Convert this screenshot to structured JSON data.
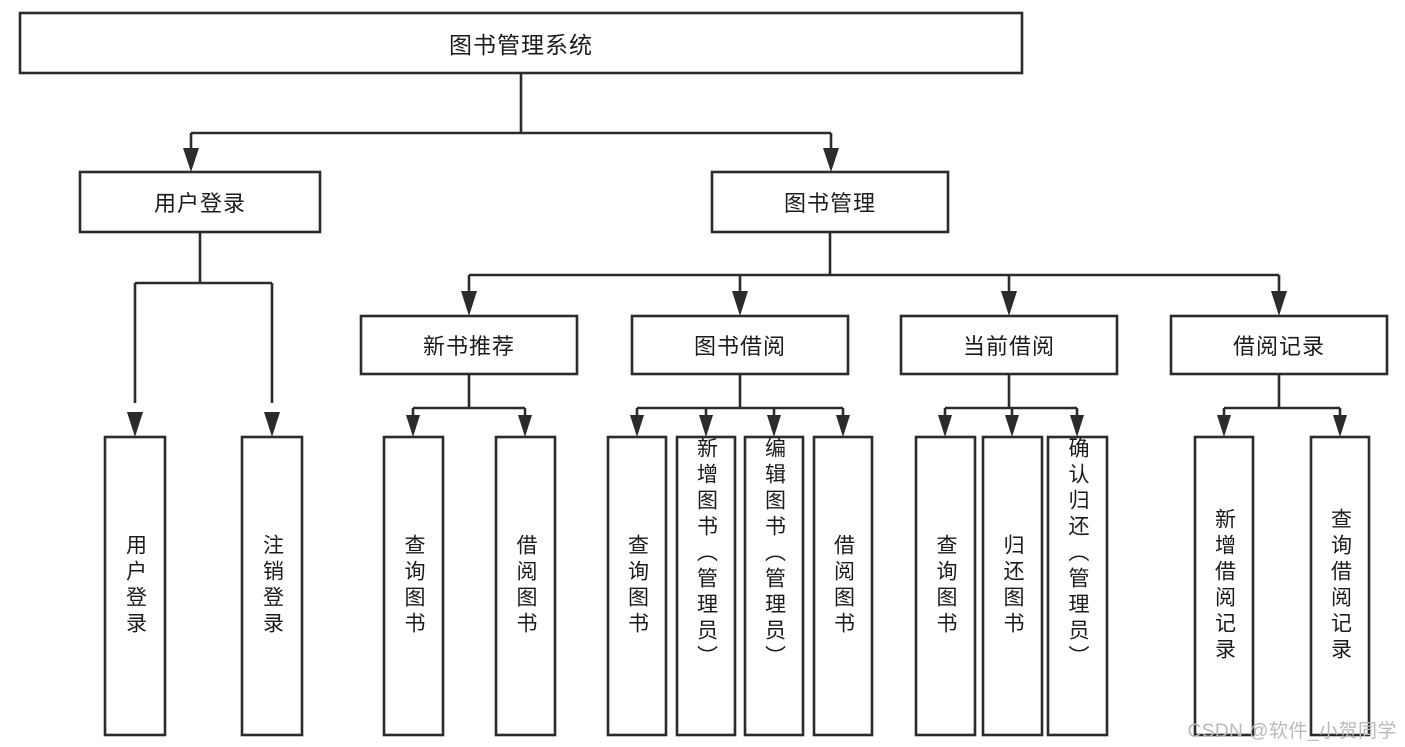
{
  "diagram": {
    "type": "tree-hierarchy",
    "title": "图书管理系统",
    "colors": {
      "stroke": "#2b2b2b",
      "fill": "#ffffff",
      "text": "#1b1b1b",
      "watermark": "#b9b9b9",
      "background": "#ffffff"
    },
    "root": {
      "label": "图书管理系统"
    },
    "level2": [
      {
        "label": "用户登录"
      },
      {
        "label": "图书管理"
      }
    ],
    "level3": [
      {
        "label": "新书推荐"
      },
      {
        "label": "图书借阅"
      },
      {
        "label": "当前借阅"
      },
      {
        "label": "借阅记录"
      }
    ],
    "leaves": {
      "user_login": [
        {
          "label": "用户登录"
        },
        {
          "label": "注销登录"
        }
      ],
      "new_book": [
        {
          "label": "查询图书"
        },
        {
          "label": "借阅图书"
        }
      ],
      "book_borrow": [
        {
          "label": "查询图书"
        },
        {
          "label": "新增图书（管理员）"
        },
        {
          "label": "编辑图书（管理员）"
        },
        {
          "label": "借阅图书"
        }
      ],
      "current_borrow": [
        {
          "label": "查询图书"
        },
        {
          "label": "归还图书"
        },
        {
          "label": "确认归还（管理员）"
        }
      ],
      "borrow_record": [
        {
          "label": "新增借阅记录"
        },
        {
          "label": "查询借阅记录"
        }
      ]
    }
  },
  "watermark": {
    "text": "CSDN @软件_小贺同学"
  }
}
